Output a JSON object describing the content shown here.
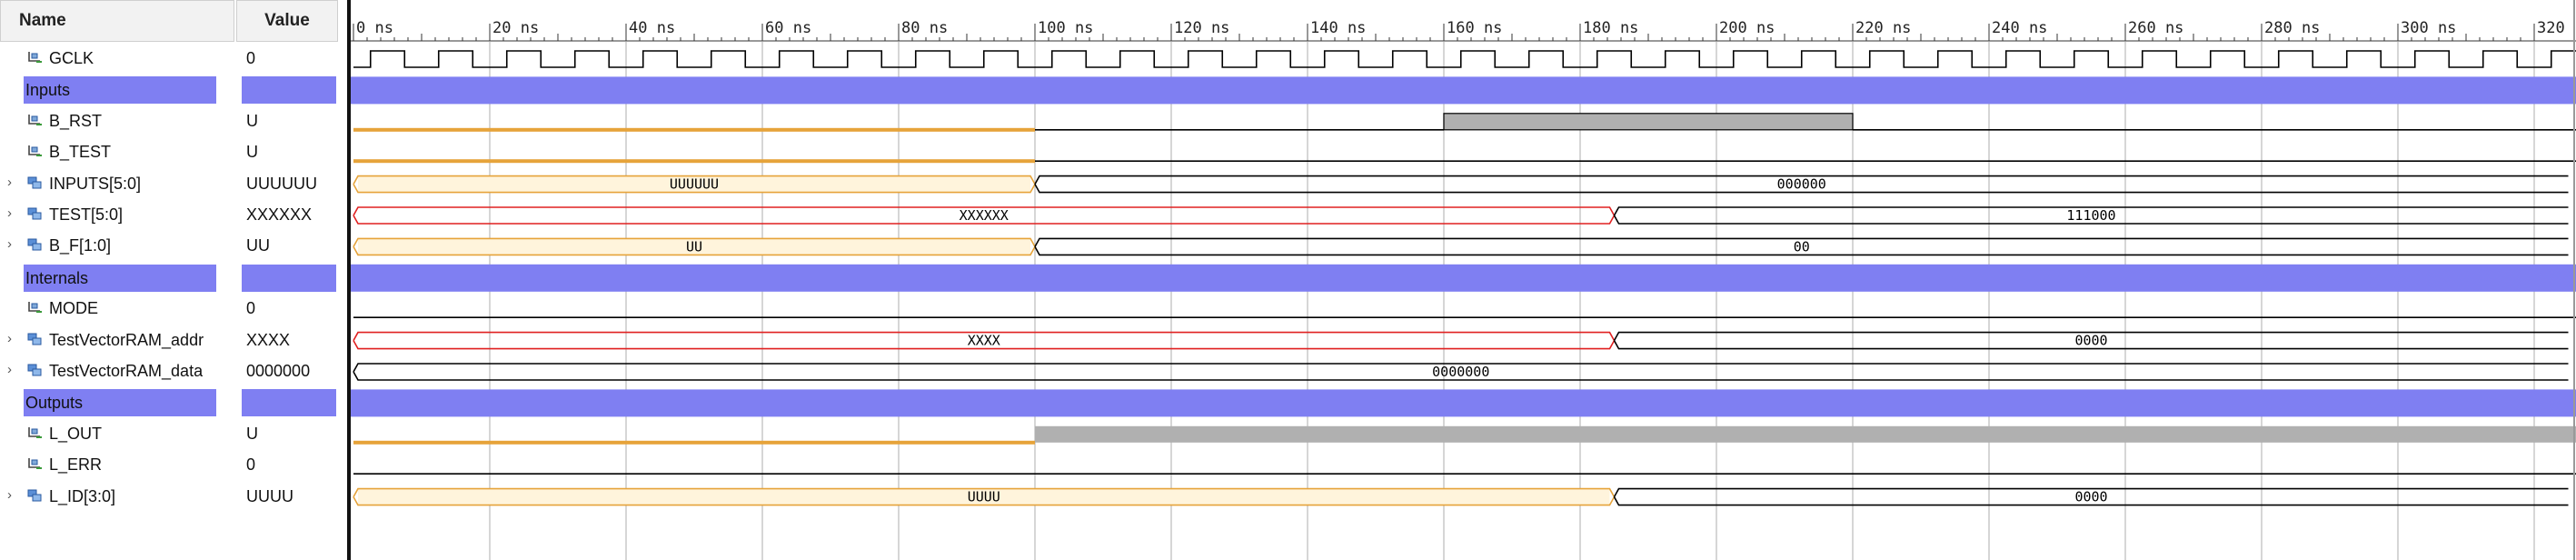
{
  "header": {
    "name_label": "Name",
    "value_label": "Value"
  },
  "timeline": {
    "ticks": [
      "0 ns",
      "20 ns",
      "40 ns",
      "60 ns",
      "80 ns",
      "100 ns",
      "120 ns",
      "140 ns",
      "160 ns",
      "180 ns",
      "200 ns",
      "220 ns",
      "240 ns",
      "260 ns",
      "280 ns",
      "300 ns",
      "320"
    ]
  },
  "colors": {
    "group": "#7f7ff2",
    "bus": "#000000",
    "bus_x": "#e02020",
    "bus_u": "#e6a33a",
    "grey_fill": "#b0b0b0",
    "grid": "#c8c8c8"
  },
  "rows": [
    {
      "kind": "signal",
      "name": "GCLK",
      "value": "0",
      "icon": "bit-signal-icon",
      "expandable": false
    },
    {
      "kind": "group",
      "name": "Inputs"
    },
    {
      "kind": "signal",
      "name": "B_RST",
      "value": "U",
      "icon": "bit-signal-icon",
      "expandable": false
    },
    {
      "kind": "signal",
      "name": "B_TEST",
      "value": "U",
      "icon": "bit-signal-icon",
      "expandable": false
    },
    {
      "kind": "signal",
      "name": "INPUTS[5:0]",
      "value": "UUUUUU",
      "icon": "bus-signal-icon",
      "expandable": true,
      "expander_glyph": "›",
      "segments": [
        {
          "start": 0,
          "end": 100,
          "label": "UUUUUU",
          "style": "u"
        },
        {
          "start": 100,
          "end": 325,
          "label": "000000",
          "style": "bus"
        }
      ]
    },
    {
      "kind": "signal",
      "name": "TEST[5:0]",
      "value": "XXXXXX",
      "icon": "bus-signal-icon",
      "expandable": true,
      "expander_glyph": "›",
      "segments": [
        {
          "start": 0,
          "end": 185,
          "label": "XXXXXX",
          "style": "x"
        },
        {
          "start": 185,
          "end": 325,
          "label": "111000",
          "style": "bus"
        }
      ]
    },
    {
      "kind": "signal",
      "name": "B_F[1:0]",
      "value": "UU",
      "icon": "bus-signal-icon",
      "expandable": true,
      "expander_glyph": "›",
      "segments": [
        {
          "start": 0,
          "end": 100,
          "label": "UU",
          "style": "u"
        },
        {
          "start": 100,
          "end": 325,
          "label": "00",
          "style": "bus"
        }
      ]
    },
    {
      "kind": "group",
      "name": "Internals"
    },
    {
      "kind": "signal",
      "name": "MODE",
      "value": "0",
      "icon": "bit-signal-icon",
      "expandable": false
    },
    {
      "kind": "signal",
      "name": "TestVectorRAM_addr",
      "value": "XXXX",
      "icon": "bus-signal-icon",
      "expandable": true,
      "expander_glyph": "›",
      "segments": [
        {
          "start": 0,
          "end": 185,
          "label": "XXXX",
          "style": "x"
        },
        {
          "start": 185,
          "end": 325,
          "label": "0000",
          "style": "bus"
        }
      ]
    },
    {
      "kind": "signal",
      "name": "TestVectorRAM_data",
      "value": "0000000",
      "icon": "bus-signal-icon",
      "expandable": true,
      "expander_glyph": "›",
      "segments": [
        {
          "start": 0,
          "end": 325,
          "label": "0000000",
          "style": "bus"
        }
      ]
    },
    {
      "kind": "group",
      "name": "Outputs"
    },
    {
      "kind": "signal",
      "name": "L_OUT",
      "value": "U",
      "icon": "bit-signal-icon",
      "expandable": false
    },
    {
      "kind": "signal",
      "name": "L_ERR",
      "value": "0",
      "icon": "bit-signal-icon",
      "expandable": false
    },
    {
      "kind": "signal",
      "name": "L_ID[3:0]",
      "value": "UUUU",
      "icon": "bus-signal-icon",
      "expandable": true,
      "expander_glyph": "›",
      "segments": [
        {
          "start": 0,
          "end": 185,
          "label": "UUUU",
          "style": "u"
        },
        {
          "start": 185,
          "end": 325,
          "label": "0000",
          "style": "bus"
        }
      ]
    }
  ]
}
